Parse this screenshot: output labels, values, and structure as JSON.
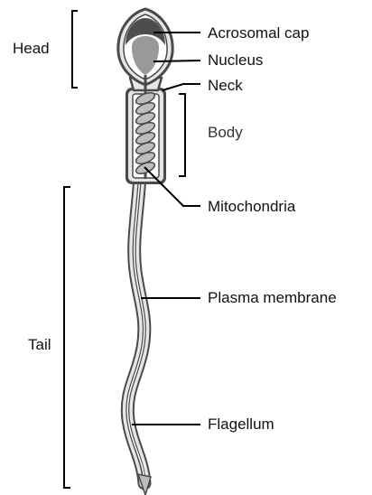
{
  "groups": {
    "head": "Head",
    "tail": "Tail"
  },
  "labels": {
    "acrosomal_cap": "Acrosomal cap",
    "nucleus": "Nucleus",
    "neck": "Neck",
    "body": "Body",
    "mitochondria": "Mitochondria",
    "plasma_membrane": "Plasma membrane",
    "flagellum": "Flagellum"
  },
  "colors": {
    "outline": "#4a4a4a",
    "membrane_fill": "#e6e6e6",
    "acrosome": "#4d4d4d",
    "nucleus": "#999999",
    "mitochondria": "#bdbdbd",
    "leader": "#000000"
  }
}
